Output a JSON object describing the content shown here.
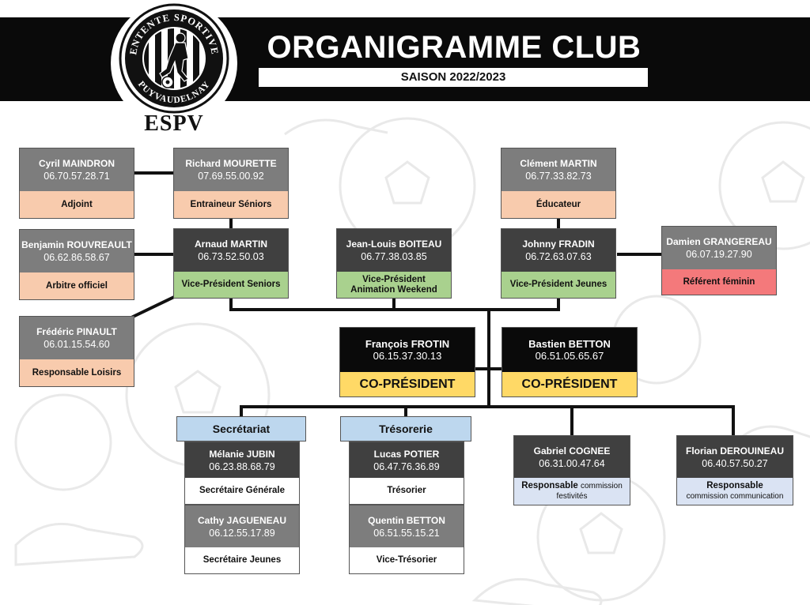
{
  "header": {
    "title": "ORGANIGRAMME CLUB",
    "season": "SAISON 2022/2023",
    "logo_top_text": "ENTENTE SPORTIVE",
    "logo_bottom_text": "PUYVAUDELNAY",
    "logo_letters": "ESPV"
  },
  "boxes": {
    "maindron": {
      "name": "Cyril MAINDRON",
      "phone": "06.70.57.28.71",
      "role": "Adjoint"
    },
    "mourette": {
      "name": "Richard MOURETTE",
      "phone": "07.69.55.00.92",
      "role": "Entraineur Séniors"
    },
    "rouvreault": {
      "name": "Benjamin ROUVREAULT",
      "phone": "06.62.86.58.67",
      "role": "Arbitre officiel"
    },
    "amartin": {
      "name": "Arnaud MARTIN",
      "phone": "06.73.52.50.03",
      "role": "Vice-Président Seniors"
    },
    "pinault": {
      "name": "Frédéric PINAULT",
      "phone": "06.01.15.54.60",
      "role": "Responsable Loisirs"
    },
    "boiteau": {
      "name": "Jean-Louis BOITEAU",
      "phone": "06.77.38.03.85",
      "role": "Vice-Président Animation Weekend"
    },
    "cmartin": {
      "name": "Clément MARTIN",
      "phone": "06.77.33.82.73",
      "role": "Éducateur"
    },
    "fradin": {
      "name": "Johnny FRADIN",
      "phone": "06.72.63.07.63",
      "role": "Vice-Président Jeunes"
    },
    "grangereau": {
      "name": "Damien GRANGEREAU",
      "phone": "06.07.19.27.90",
      "role": "Référent féminin"
    },
    "frotin": {
      "name": "François FROTIN",
      "phone": "06.15.37.30.13",
      "role": "CO-PRÉSIDENT"
    },
    "betton": {
      "name": "Bastien BETTON",
      "phone": "06.51.05.65.67",
      "role": "CO-PRÉSIDENT"
    },
    "jubin": {
      "name": "Mélanie JUBIN",
      "phone": "06.23.88.68.79",
      "role": "Secrétaire Générale"
    },
    "jagueneau": {
      "name": "Cathy JAGUENEAU",
      "phone": "06.12.55.17.89",
      "role": "Secrétaire Jeunes"
    },
    "potier": {
      "name": "Lucas POTIER",
      "phone": "06.47.76.36.89",
      "role": "Trésorier"
    },
    "qbetton": {
      "name": "Quentin BETTON",
      "phone": "06.51.55.15.21",
      "role": "Vice-Trésorier"
    },
    "cognee": {
      "name": "Gabriel COGNEE",
      "phone": "06.31.00.47.64",
      "role_main": "Responsable",
      "role_small": "commission festivités"
    },
    "derouineau": {
      "name": "Florian DEROUINEAU",
      "phone": "06.40.57.50.27",
      "role_main": "Responsable",
      "role_small": "commission communication"
    }
  },
  "sections": {
    "secretariat": "Secrétariat",
    "tresorerie": "Trésorerie"
  },
  "colors": {
    "header_bg": "#0a0a0a",
    "peach": "#f8cbad",
    "green": "#a9d18e",
    "pink": "#f4797b",
    "yellow": "#ffd966",
    "light_blue": "#dae3f3",
    "section_blue": "#bdd7ee"
  },
  "icons": [
    "soccer-ball-icon",
    "football-boot-icon",
    "footballer-icon"
  ]
}
